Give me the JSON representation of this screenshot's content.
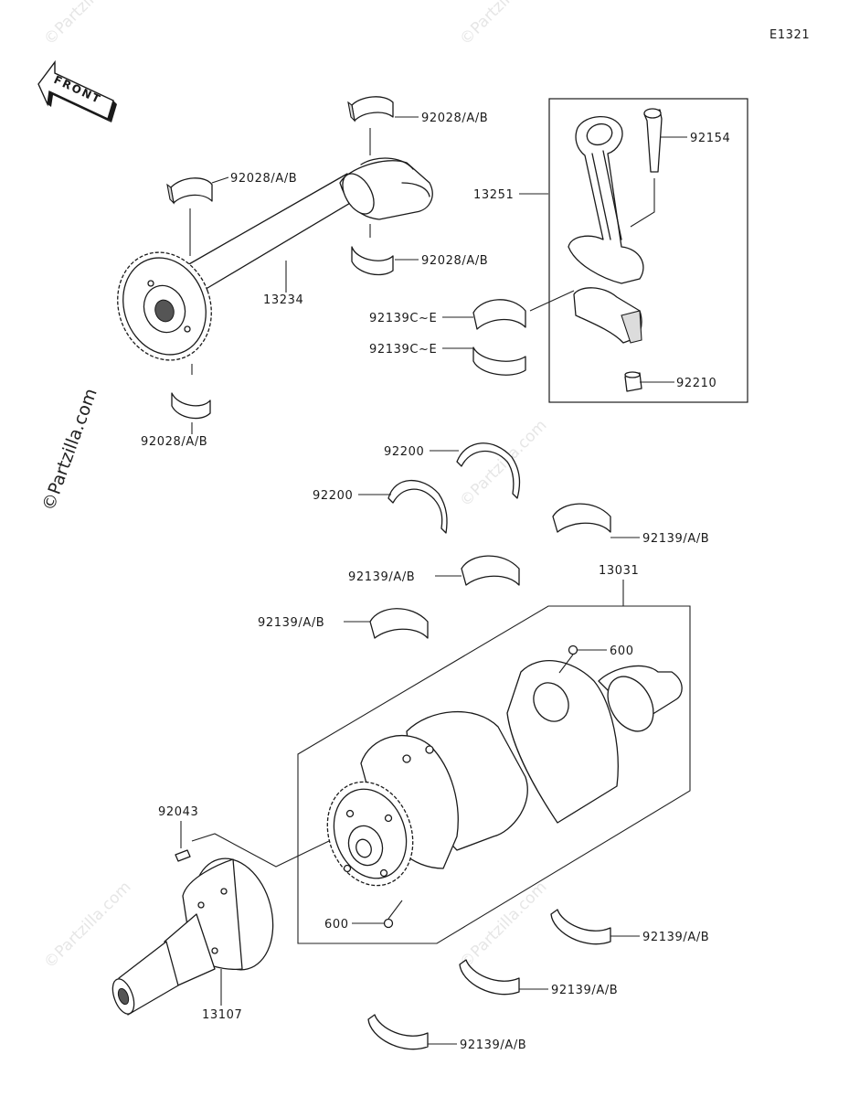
{
  "diagram_code": "E1321",
  "front_label": "FRONT",
  "watermark": "©Partzilla.com",
  "labels": {
    "p92028_a": "92028/A/B",
    "p92028_b": "92028/A/B",
    "p92028_c": "92028/A/B",
    "p92028_d": "92028/A/B",
    "p13234": "13234",
    "p92154": "92154",
    "p13251": "13251",
    "p92139c_1": "92139C~E",
    "p92139c_2": "92139C~E",
    "p92210": "92210",
    "p92200_a": "92200",
    "p92200_b": "92200",
    "p92139_1": "92139/A/B",
    "p92139_2": "92139/A/B",
    "p92139_3": "92139/A/B",
    "p13031": "13031",
    "p600_a": "600",
    "p600_b": "600",
    "p92043": "92043",
    "p13107": "13107",
    "p92139_4": "92139/A/B",
    "p92139_5": "92139/A/B",
    "p92139_6": "92139/A/B"
  }
}
